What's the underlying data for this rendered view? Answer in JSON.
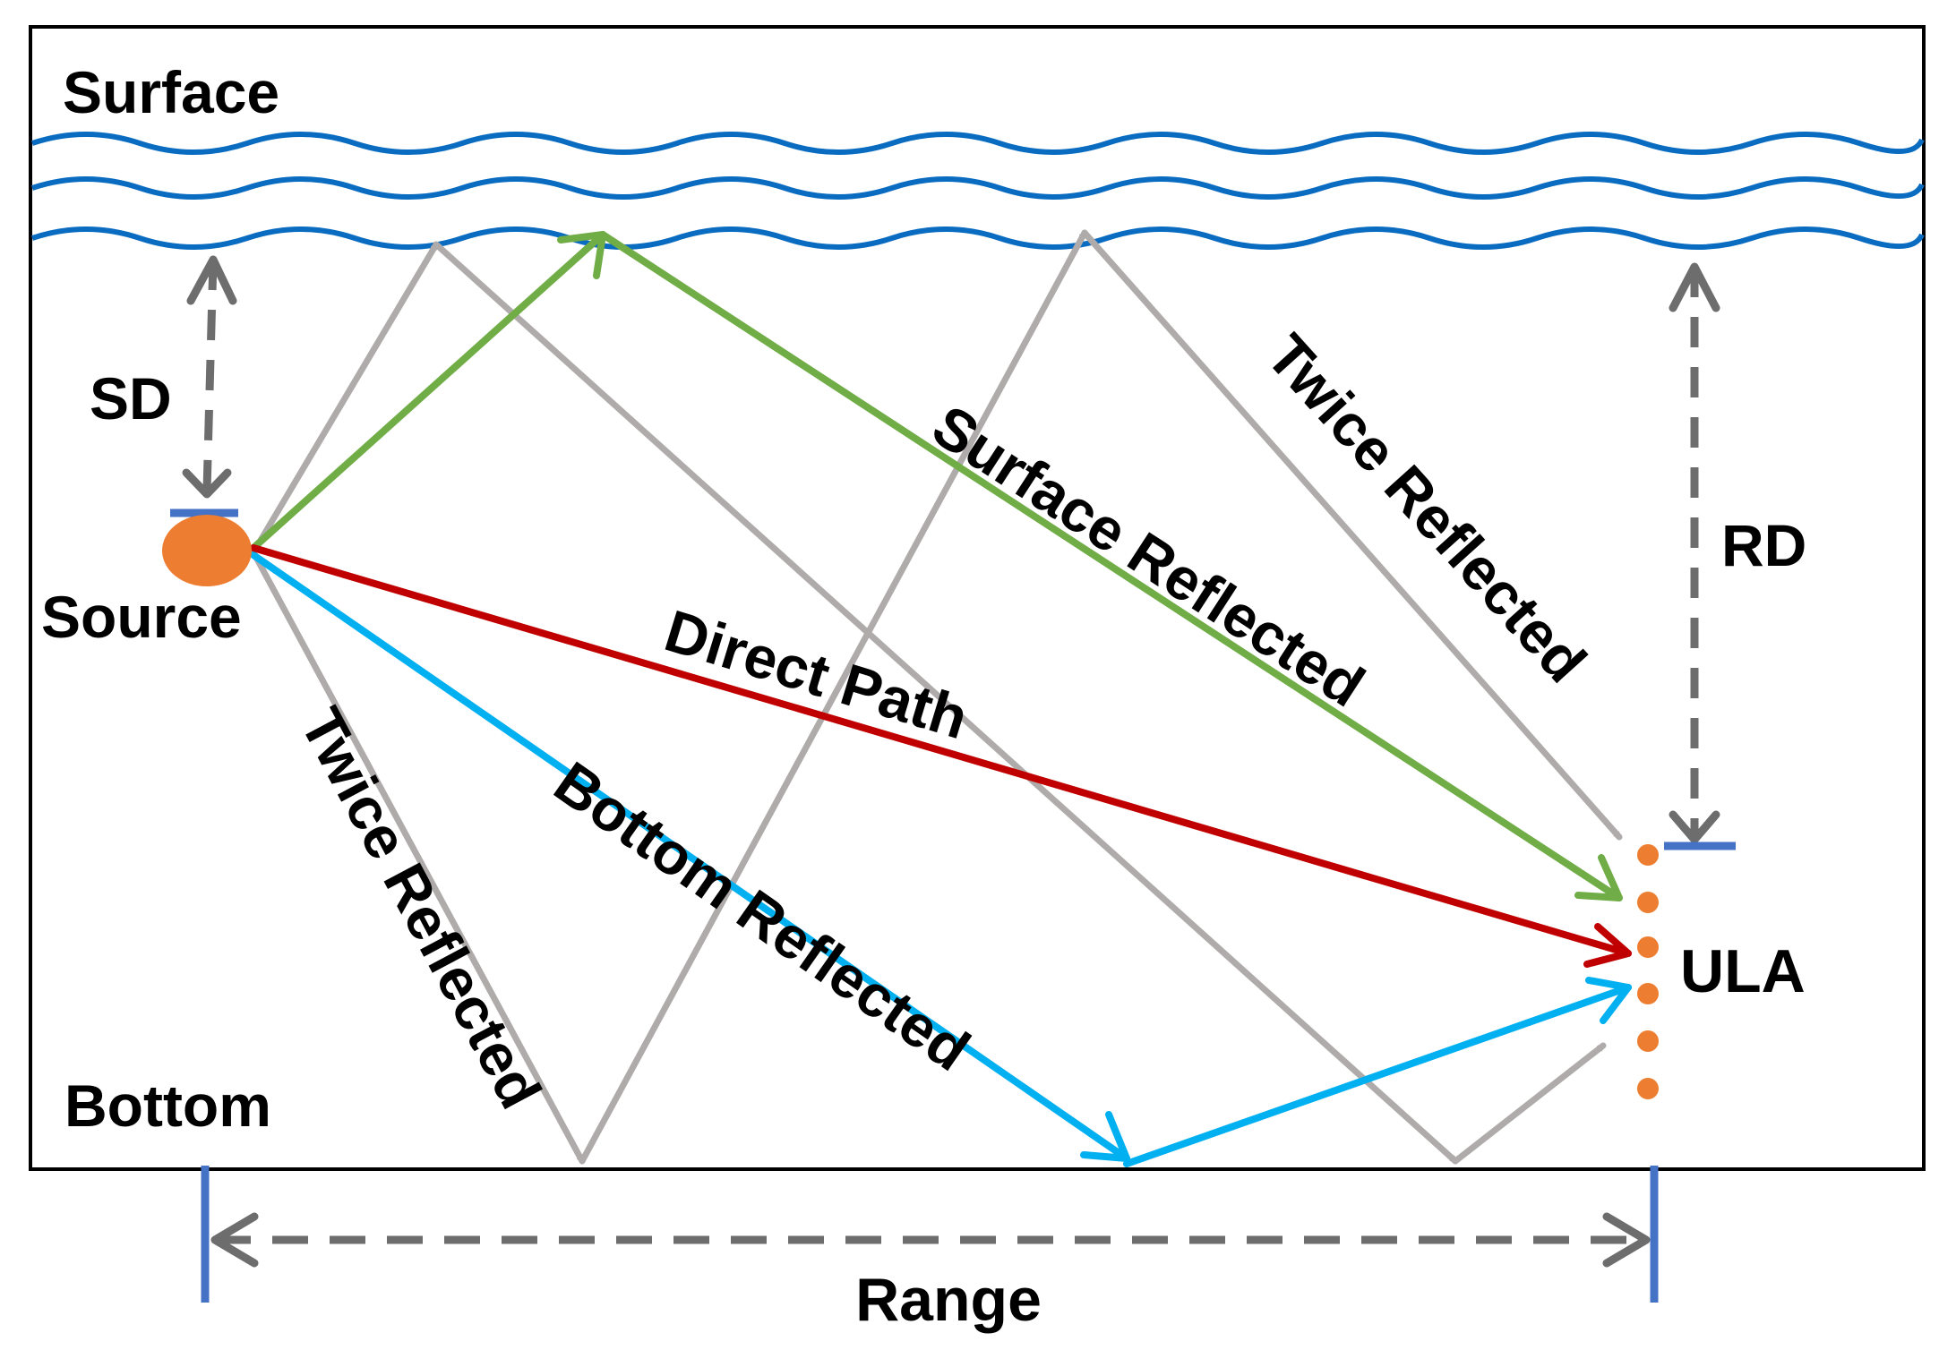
{
  "labels": {
    "surface": "Surface",
    "bottom": "Bottom",
    "sd": "SD",
    "rd": "RD",
    "source": "Source",
    "ula": "ULA",
    "range": "Range",
    "direct_path": "Direct Path",
    "surface_reflected": "Surface Reflected",
    "bottom_reflected": "Bottom Reflected",
    "twice_reflected_top": "Twice Reflected",
    "twice_reflected_bottom": "Twice Reflected"
  },
  "colors": {
    "surface_wave": "#0a6cc1",
    "direct_path": "#c00000",
    "surface_reflected": "#70ad47",
    "bottom_reflected": "#00b0f0",
    "twice_reflected": "#afabab",
    "dimension": "#6d6d6d",
    "marker": "#4472c4",
    "source_and_array": "#ed7d31"
  },
  "ula": {
    "element_count": 6
  }
}
